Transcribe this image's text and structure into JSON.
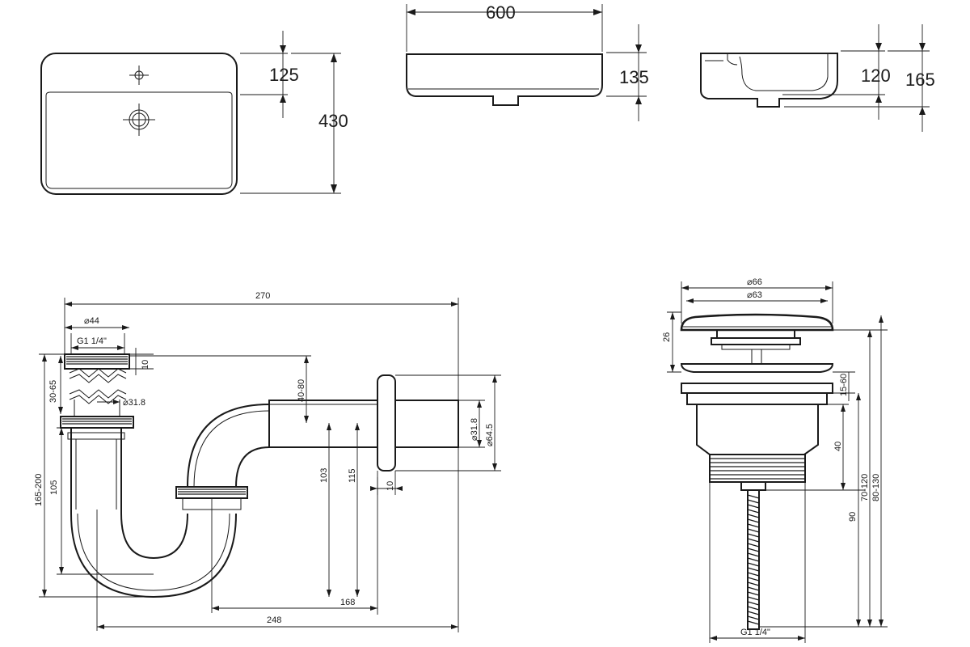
{
  "basin": {
    "top_view": {
      "dim_tap_offset": "125",
      "dim_depth": "430"
    },
    "front_view": {
      "dim_width": "600",
      "dim_height": "135"
    },
    "side_view": {
      "dim_bowl_height": "120",
      "dim_total_height": "165"
    }
  },
  "siphon": {
    "dim_total_length": "270",
    "dim_outlet_diameter": "⌀44",
    "dim_thread": "G1 1/4\"",
    "dim_nut_height": "10",
    "dim_telescope_range": "30-65",
    "dim_tube_diameter": "⌀31.8",
    "dim_overall_height_range": "165-200",
    "dim_inlet_height": "105",
    "dim_wall_offset_range": "40-80",
    "dim_pipe_height": "103",
    "dim_flange_height": "115",
    "dim_pipe_diameter": "⌀31.8",
    "dim_flange_diameter": "⌀64.5",
    "dim_flange_thickness": "10",
    "dim_trap_to_wall": "168",
    "dim_outlet_to_wall": "248"
  },
  "drain_valve": {
    "dim_cap_diameter": "⌀66",
    "dim_body_diameter": "⌀63",
    "dim_cap_height": "26",
    "dim_gap_range": "15-60",
    "dim_thread_height": "40",
    "dim_stem_length": "90",
    "dim_height_range_1": "70-120",
    "dim_height_range_2": "80-130",
    "dim_thread": "G1 1/4\""
  }
}
